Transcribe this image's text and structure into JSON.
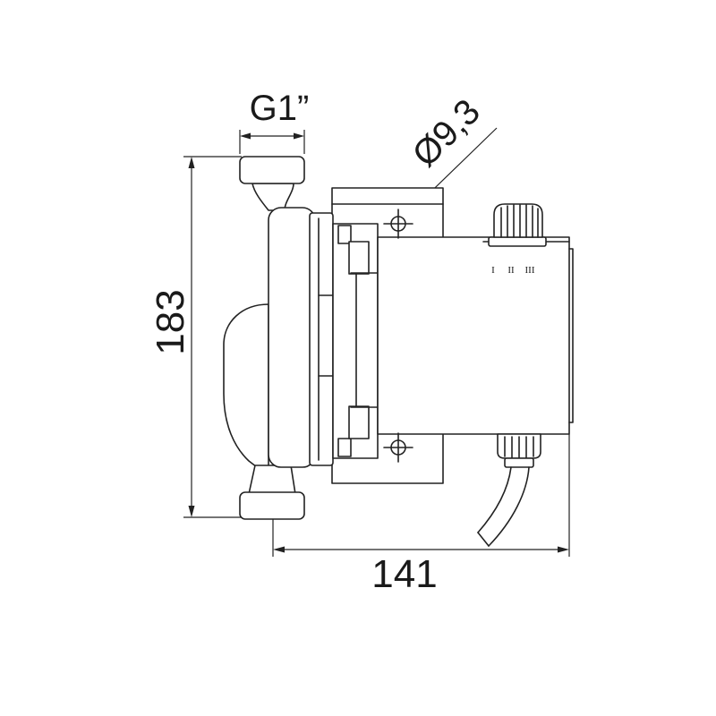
{
  "dimensions": {
    "thread": "G1”",
    "hole_diameter": "Ø9,3",
    "height": "183",
    "length": "141"
  },
  "speed_marks": [
    "I",
    "II",
    "III"
  ],
  "colors": {
    "line": "#222222",
    "background": "#ffffff"
  }
}
